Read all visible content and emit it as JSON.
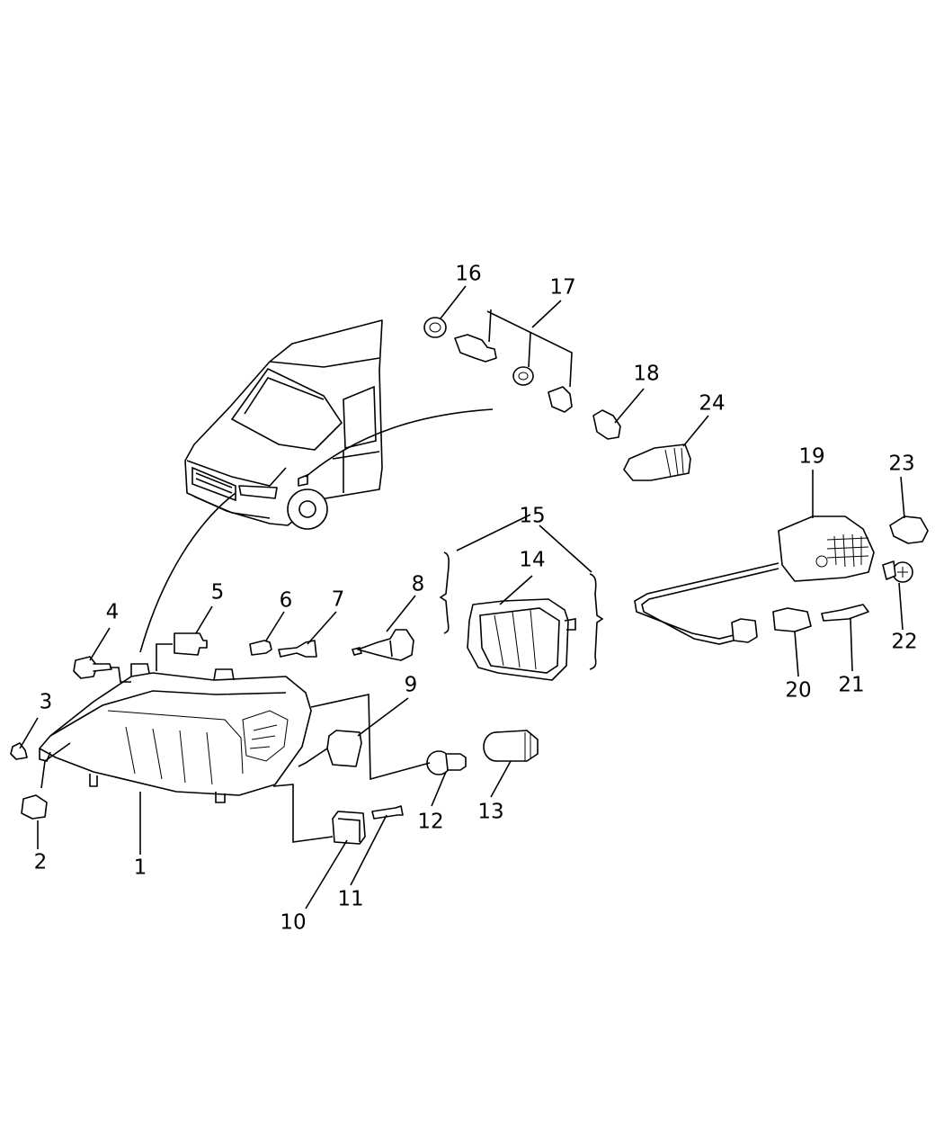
{
  "callouts": [
    {
      "id": "1",
      "label": "1"
    },
    {
      "id": "2",
      "label": "2"
    },
    {
      "id": "3",
      "label": "3"
    },
    {
      "id": "4",
      "label": "4"
    },
    {
      "id": "5",
      "label": "5"
    },
    {
      "id": "6",
      "label": "6"
    },
    {
      "id": "7",
      "label": "7"
    },
    {
      "id": "8",
      "label": "8"
    },
    {
      "id": "9",
      "label": "9"
    },
    {
      "id": "10",
      "label": "10"
    },
    {
      "id": "11",
      "label": "11"
    },
    {
      "id": "12",
      "label": "12"
    },
    {
      "id": "13",
      "label": "13"
    },
    {
      "id": "14",
      "label": "14"
    },
    {
      "id": "15",
      "label": "15"
    },
    {
      "id": "16",
      "label": "16"
    },
    {
      "id": "17",
      "label": "17"
    },
    {
      "id": "18",
      "label": "18"
    },
    {
      "id": "19",
      "label": "19"
    },
    {
      "id": "20",
      "label": "20"
    },
    {
      "id": "21",
      "label": "21"
    },
    {
      "id": "22",
      "label": "22"
    },
    {
      "id": "23",
      "label": "23"
    },
    {
      "id": "24",
      "label": "24"
    }
  ]
}
